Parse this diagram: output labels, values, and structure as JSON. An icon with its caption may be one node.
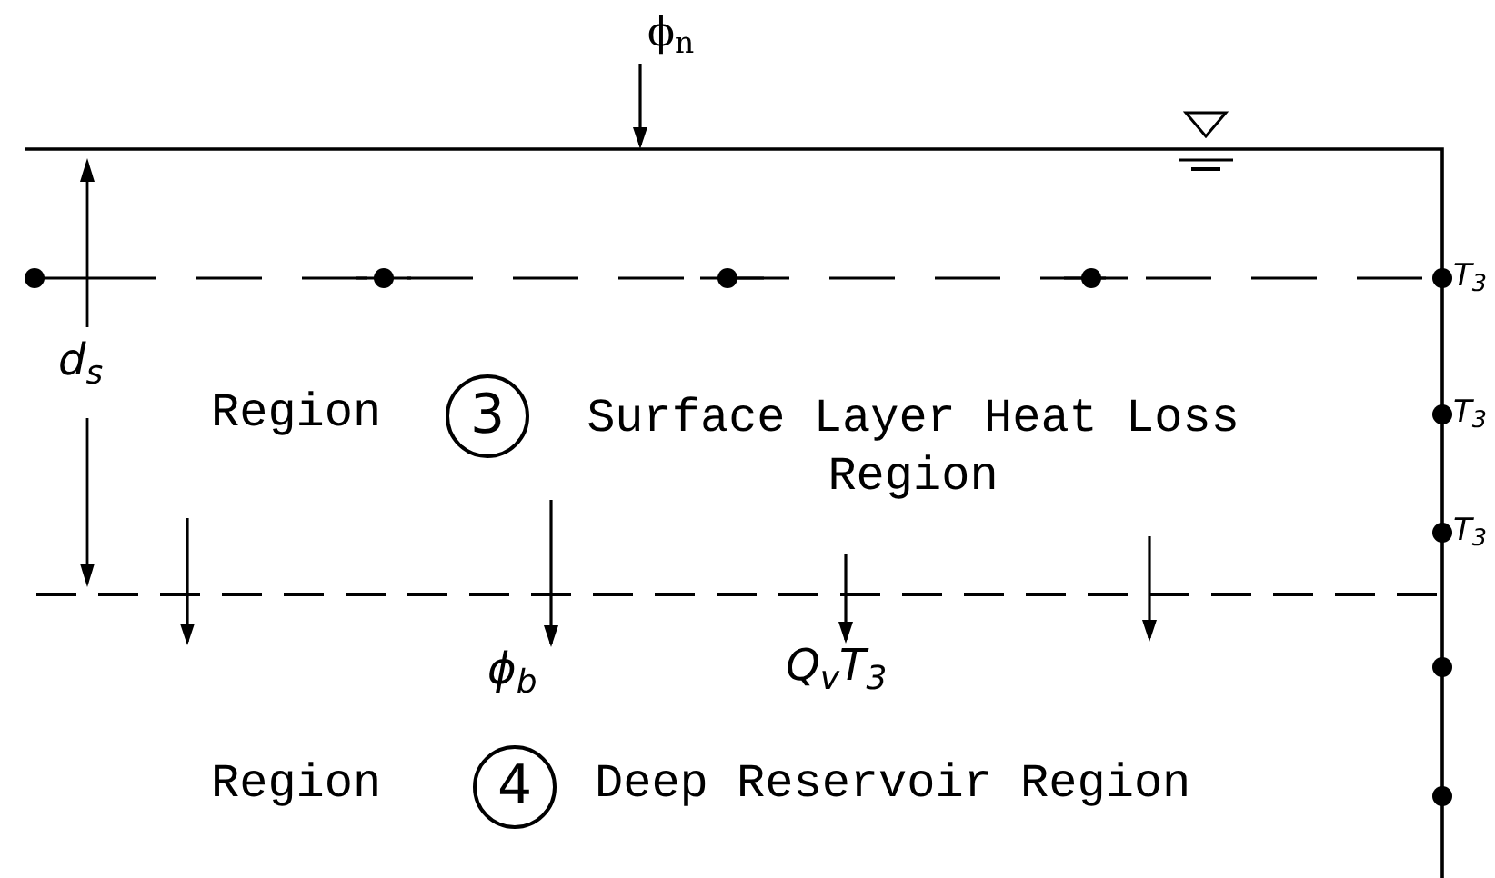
{
  "diagram": {
    "labels": [
      "ϕ$_{n}$",
      "T$_{3}$",
      "d$_{s}$",
      "Region",
      "3",
      "Surface Layer Heat Loss Region",
      "T$_{3}$",
      "T$_{3}$",
      "ϕ$_{b}$",
      "Q$_{v}$T$_{3}$",
      "Region",
      "4",
      "Deep Reservoir Region"
    ]
  }
}
